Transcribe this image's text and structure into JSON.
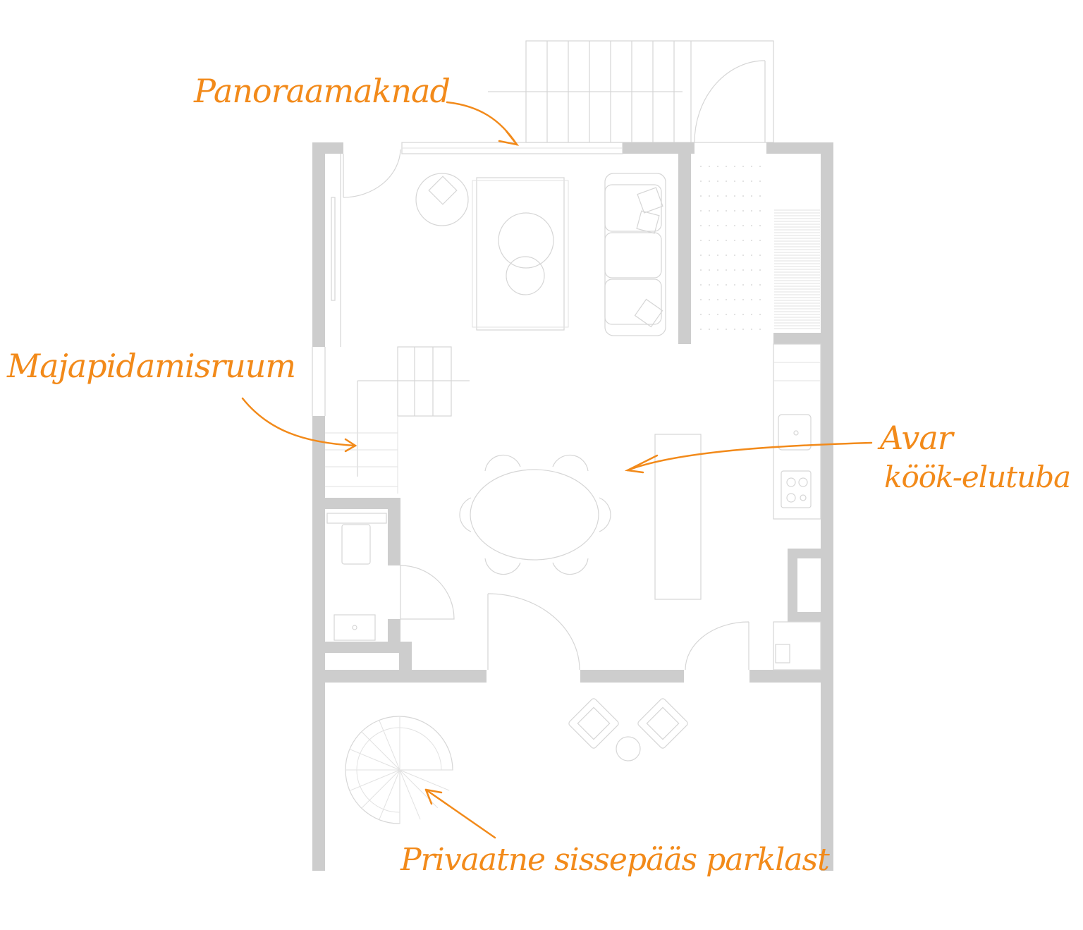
{
  "labels": {
    "panorama_windows": "Panoraamaknad",
    "utility_room": "Majapidamisruum",
    "open_kitchen_line1": "Avar",
    "open_kitchen_line2": "köök-elutuba",
    "private_entrance": "Privaatne sissepääs parklast"
  },
  "colors": {
    "accent": "#f28a1a",
    "walls": "#cdcdcd",
    "lines": "#d6d6d6"
  }
}
